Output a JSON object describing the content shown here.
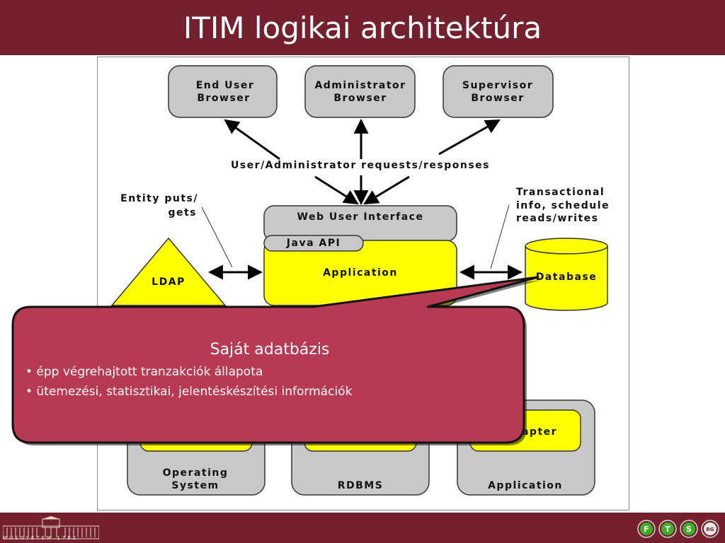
{
  "title": "ITIM logikai architektúra",
  "diagram": {
    "nodes": {
      "end_user_browser": [
        "End User",
        "Browser"
      ],
      "administrator_browser": [
        "Administrator",
        "Browser"
      ],
      "supervisor_browser": [
        "Supervisor",
        "Browser"
      ],
      "web_user_interface": "Web User Interface",
      "java_api": "Java API",
      "application": "Application",
      "ldap": "LDAP",
      "database": "Database",
      "operating_system": [
        "Operating",
        "System"
      ],
      "rdbms": "RDBMS",
      "application_bottom": "Application",
      "adapter_partial": "apter"
    },
    "labels": {
      "requests": "User/Administrator requests/responses",
      "entity_puts": [
        "Entity puts/",
        "gets"
      ],
      "transactional": [
        "Transactional",
        "info, schedule",
        "reads/writes"
      ]
    }
  },
  "callout": {
    "title": "Saját adatbázis",
    "bullets": [
      "• épp végrehajtott tranzakciók állapota",
      "• ütemezési, statisztikai, jelentéskészítési információk"
    ]
  },
  "footer": {
    "university_caption": "MŰEGYETEM 1782",
    "group_logo_letters": [
      "F",
      "T",
      "S",
      "RG"
    ]
  },
  "colors": {
    "brand": "#74202f",
    "callout": "#b83a52",
    "box_gray": "#c8c8c8",
    "box_yellow": "#ffff00"
  }
}
